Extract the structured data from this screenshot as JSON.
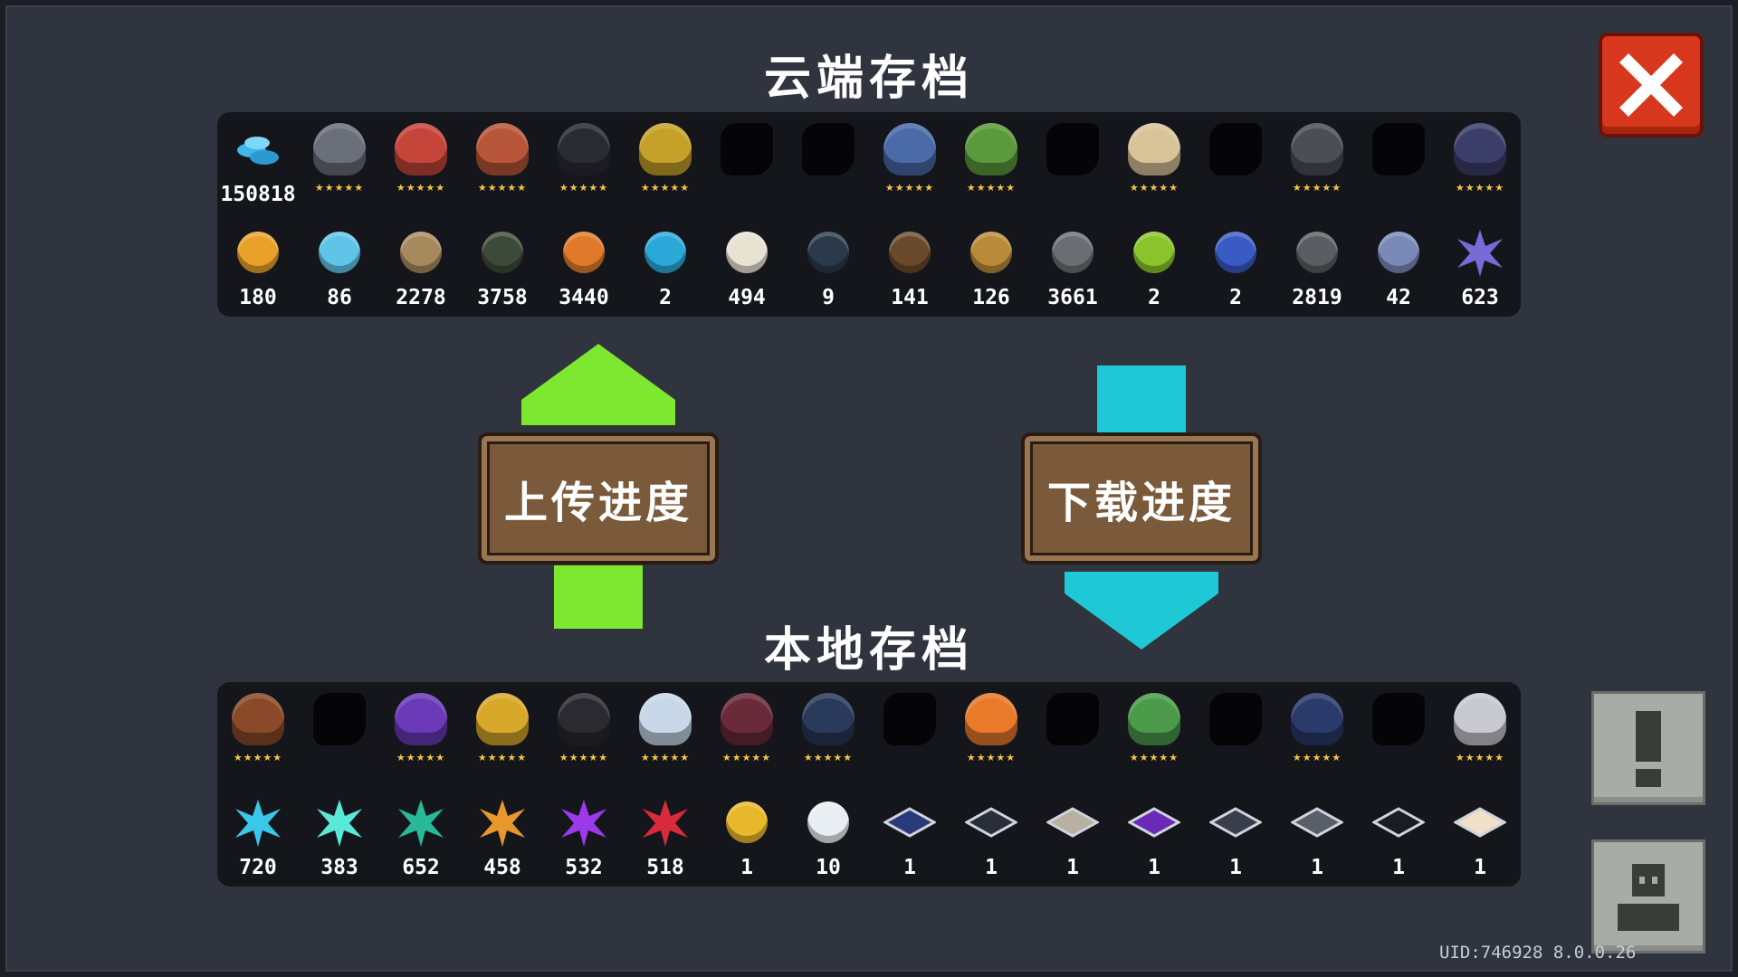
{
  "cloud": {
    "title": "云端存档",
    "characters": [
      {
        "name": "gems",
        "color": "#3fb8e8",
        "kind": "gems",
        "label": "150818"
      },
      {
        "name": "knight",
        "color": "#6b6f7a",
        "stars": "★★★★★"
      },
      {
        "name": "rogue",
        "color": "#c5453a",
        "stars": "★★★★★"
      },
      {
        "name": "witch",
        "color": "#b8563a",
        "stars": "★★★★★"
      },
      {
        "name": "assassin",
        "color": "#2a2a33",
        "stars": "★★★★★"
      },
      {
        "name": "engineer",
        "color": "#c6a12a",
        "stars": "★★★★★"
      },
      {
        "name": "locked",
        "locked": true
      },
      {
        "name": "locked",
        "locked": true
      },
      {
        "name": "paladin",
        "color": "#4a6aa8",
        "stars": "★★★★★"
      },
      {
        "name": "elf",
        "color": "#5b9a3c",
        "stars": "★★★★★"
      },
      {
        "name": "locked",
        "locked": true
      },
      {
        "name": "priest",
        "color": "#d9c49a",
        "stars": "★★★★★"
      },
      {
        "name": "locked",
        "locked": true
      },
      {
        "name": "robot",
        "color": "#4b4f55",
        "stars": "★★★★★"
      },
      {
        "name": "locked",
        "locked": true
      },
      {
        "name": "necromancer",
        "color": "#3c3e6a",
        "stars": "★★★★★"
      }
    ],
    "materials": [
      {
        "name": "gold-coin",
        "color": "#e9a12a",
        "value": "180"
      },
      {
        "name": "blue-orb",
        "color": "#5fc4e8",
        "value": "86"
      },
      {
        "name": "parchment",
        "color": "#a68a5e",
        "value": "2278"
      },
      {
        "name": "battery",
        "color": "#3d4a3a",
        "value": "3758"
      },
      {
        "name": "ore",
        "color": "#e07a2a",
        "value": "3440"
      },
      {
        "name": "cyan-gear",
        "color": "#2aa8d8",
        "value": "2"
      },
      {
        "name": "sack",
        "color": "#e8e2d2",
        "value": "494"
      },
      {
        "name": "fish-badge",
        "color": "#2a3a4a",
        "value": "9"
      },
      {
        "name": "horn",
        "color": "#6a4a2a",
        "value": "141"
      },
      {
        "name": "fossil",
        "color": "#b88a3a",
        "value": "126"
      },
      {
        "name": "gear",
        "color": "#6a6d72",
        "value": "3661"
      },
      {
        "name": "green-leaf",
        "color": "#8ac42a",
        "value": "2"
      },
      {
        "name": "blue-leaf",
        "color": "#3a5ac4",
        "value": "2"
      },
      {
        "name": "rock",
        "color": "#5a5d62",
        "value": "2819"
      },
      {
        "name": "cloth",
        "color": "#7a8ab8",
        "value": "42"
      },
      {
        "name": "crystal-star",
        "color": "#7a6ad8",
        "value": "623"
      }
    ]
  },
  "local": {
    "title": "本地存档",
    "characters": [
      {
        "name": "berserker",
        "color": "#8a4a2a",
        "stars": "★★★★★"
      },
      {
        "name": "locked",
        "locked": true
      },
      {
        "name": "purple-mage",
        "color": "#6a3ab8",
        "stars": "★★★★★"
      },
      {
        "name": "gold-warrior",
        "color": "#d8a82a",
        "stars": "★★★★★"
      },
      {
        "name": "plague-doctor",
        "color": "#2a2a30",
        "stars": "★★★★★"
      },
      {
        "name": "ice-spirit",
        "color": "#c8d8e8",
        "stars": "★★★★★"
      },
      {
        "name": "dark-knight",
        "color": "#6a2a3a",
        "stars": "★★★★★"
      },
      {
        "name": "dark-hero",
        "color": "#2a3a5a",
        "stars": "★★★★★"
      },
      {
        "name": "locked",
        "locked": true
      },
      {
        "name": "miner",
        "color": "#e87a2a",
        "stars": "★★★★★"
      },
      {
        "name": "locked",
        "locked": true
      },
      {
        "name": "frog-hood",
        "color": "#4a9a4a",
        "stars": "★★★★★"
      },
      {
        "name": "locked",
        "locked": true
      },
      {
        "name": "swordswoman",
        "color": "#2a3a6a",
        "stars": "★★★★★"
      },
      {
        "name": "locked",
        "locked": true
      },
      {
        "name": "king-knight",
        "color": "#c8c8d0",
        "stars": "★★★★★"
      }
    ],
    "materials": [
      {
        "name": "crystal-cyan",
        "color": "#3ac8e8",
        "value": "720"
      },
      {
        "name": "crystal-aqua",
        "color": "#5ae8d8",
        "value": "383"
      },
      {
        "name": "crystal-teal",
        "color": "#2ab89a",
        "value": "652"
      },
      {
        "name": "crystal-orange",
        "color": "#e8982a",
        "value": "458"
      },
      {
        "name": "crystal-violet",
        "color": "#9a3ae8",
        "value": "532"
      },
      {
        "name": "crystal-red",
        "color": "#d82a3a",
        "value": "518"
      },
      {
        "name": "treasure-chest",
        "color": "#e8b82a",
        "value": "1"
      },
      {
        "name": "ghost",
        "color": "#e8eef2",
        "value": "10"
      },
      {
        "name": "tile-navy",
        "color": "#2a3a7a",
        "value": "1"
      },
      {
        "name": "tile-dark",
        "color": "#2a2e38",
        "value": "1"
      },
      {
        "name": "tile-beige",
        "color": "#b8b0a0",
        "value": "1"
      },
      {
        "name": "tile-purple",
        "color": "#6a2ab8",
        "value": "1"
      },
      {
        "name": "tile-slate",
        "color": "#3a3e4a",
        "value": "1"
      },
      {
        "name": "tile-grey",
        "color": "#5a5e68",
        "value": "1"
      },
      {
        "name": "tile-black",
        "color": "#1a1c22",
        "value": "1"
      },
      {
        "name": "tile-cream",
        "color": "#f0e0c8",
        "value": "1"
      }
    ]
  },
  "buttons": {
    "upload": "上传进度",
    "download": "下载进度"
  },
  "colors": {
    "upload_arrow": "#7ee831",
    "download_arrow": "#1ec8d4",
    "close": "#d7371d"
  },
  "uid_text": "UID:746928 8.0.0.26"
}
